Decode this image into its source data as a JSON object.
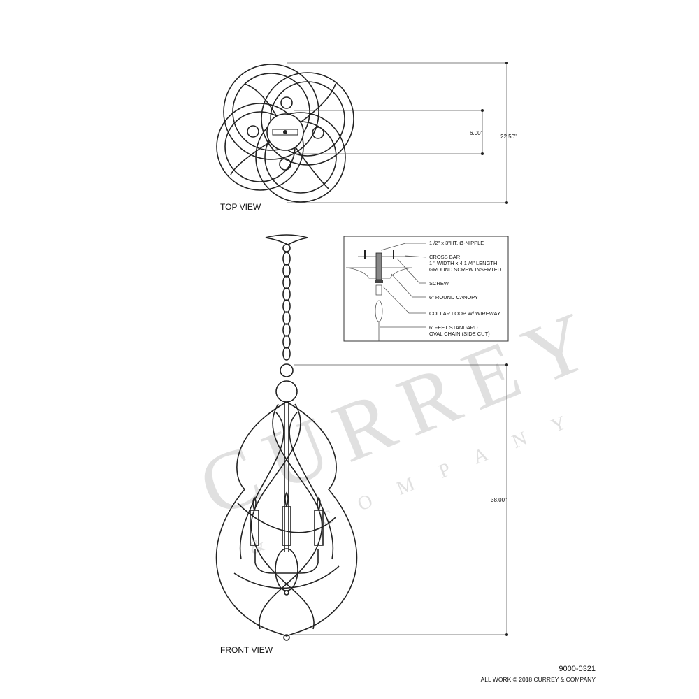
{
  "watermark": {
    "line1": "CURREY",
    "line2": "& COMPANY"
  },
  "top_view": {
    "label": "TOP VIEW",
    "dim_inner": "6.00\"",
    "dim_outer": "22.50\""
  },
  "front_view": {
    "label": "FRONT VIEW",
    "dim_height": "38.00\""
  },
  "detail": {
    "callouts": [
      "1 /2\" x 3\"HT. Ø-NIPPLE",
      "CROSS BAR",
      "1 \" WIDTH x 4 1 /4\" LENGTH",
      "GROUND SCREW INSERTED",
      "SCREW",
      "6\" ROUND CANOPY",
      "COLLAR LOOP W/ WIREWAY",
      "6' FEET STANDARD",
      "OVAL CHAIN (SIDE CUT)"
    ]
  },
  "footer": {
    "item_number": "9000-0321",
    "copyright": "ALL WORK © 2018 CURREY & COMPANY"
  }
}
